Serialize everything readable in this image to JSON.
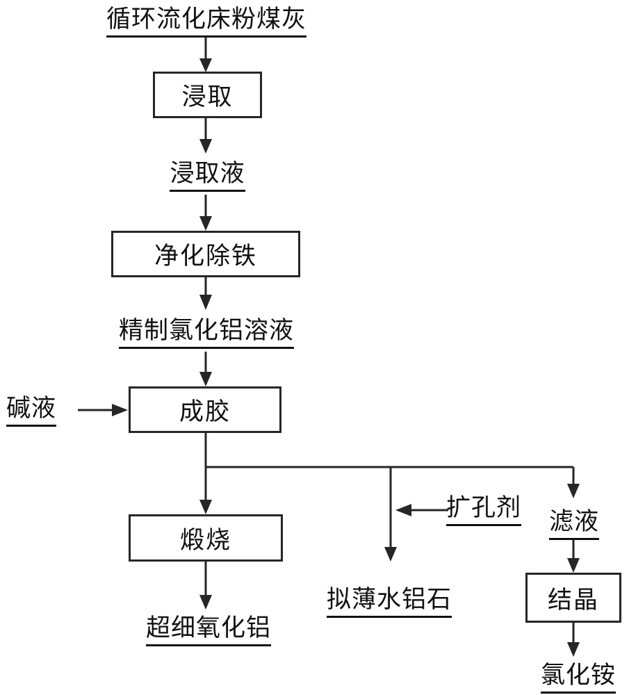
{
  "diagram": {
    "type": "process-flowchart",
    "background": "#ffffff",
    "stroke_color": "#262626",
    "text_color": "#111111",
    "nodes": {
      "source": "循环流化床粉煤灰",
      "leaching": "浸取",
      "leachate": "浸取液",
      "iron_removal": "净化除铁",
      "refined_solution": "精制氯化铝溶液",
      "alkali_solution": "碱液",
      "gelation": "成胶",
      "calcination": "煅烧",
      "ultrafine_alumina": "超细氧化铝",
      "pore_expanding_agent": "扩孔剂",
      "pseudoboehmite": "拟薄水铝石",
      "filtrate": "滤液",
      "crystallization": "结晶",
      "ammonium_chloride": "氯化铵"
    }
  }
}
